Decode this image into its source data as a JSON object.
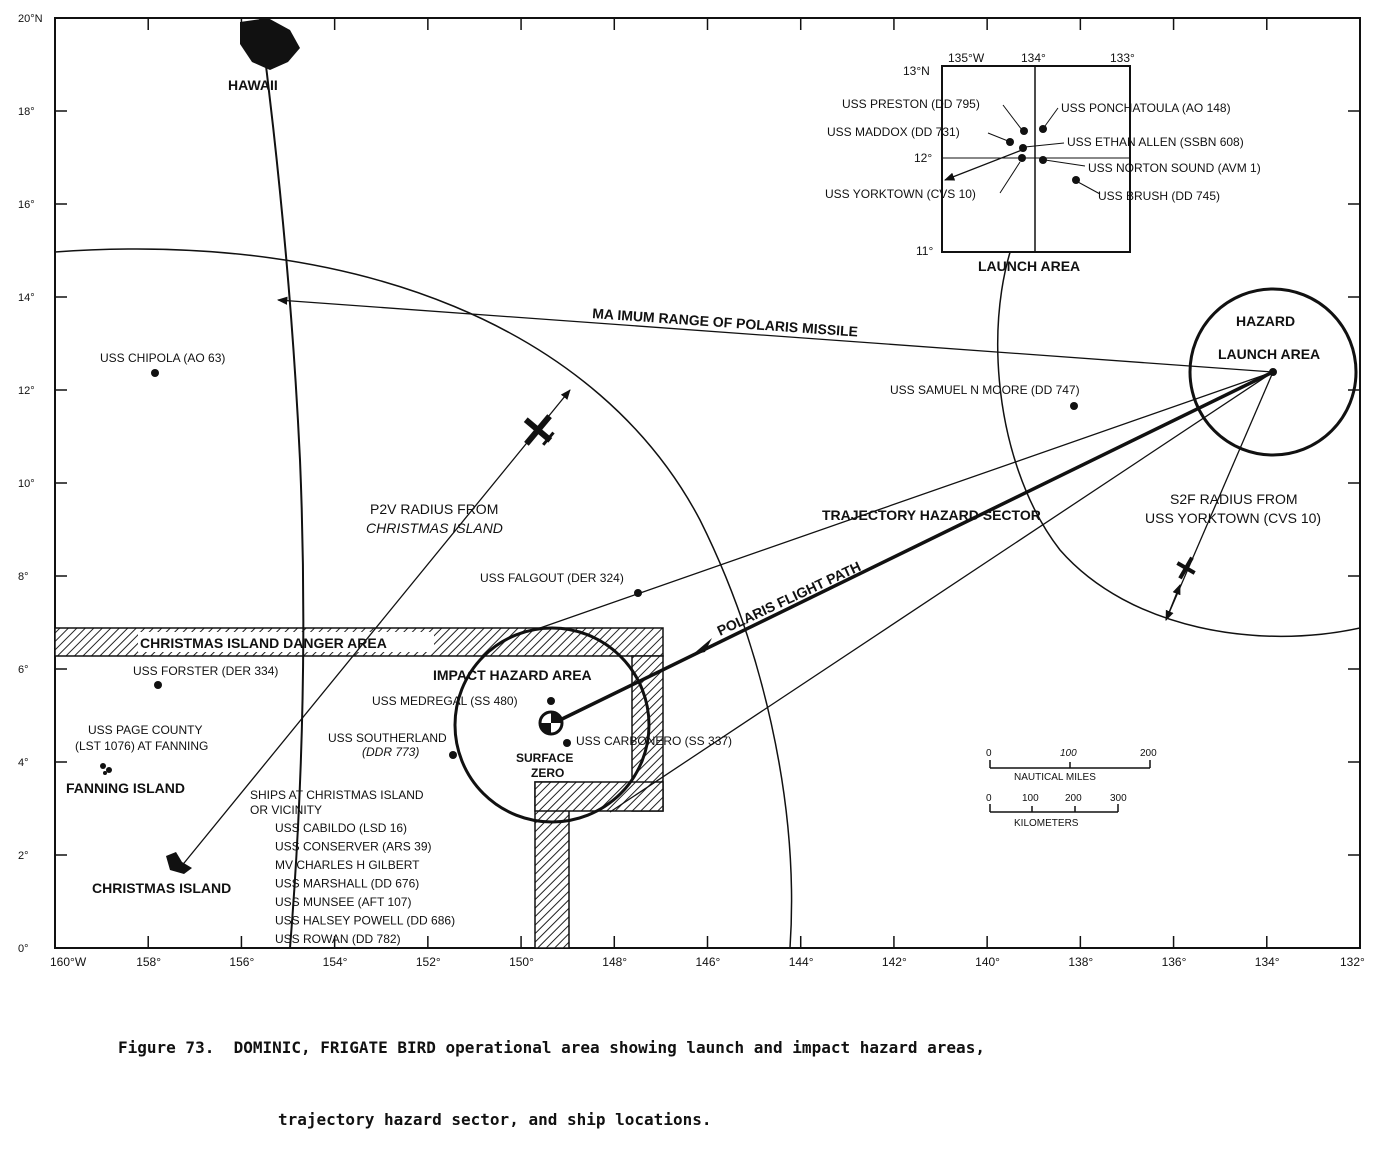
{
  "axis": {
    "lon_ticks": [
      {
        "lon": 160,
        "label": "160°W"
      },
      {
        "lon": 158,
        "label": "158°"
      },
      {
        "lon": 156,
        "label": "156°"
      },
      {
        "lon": 154,
        "label": "154°"
      },
      {
        "lon": 152,
        "label": "152°"
      },
      {
        "lon": 150,
        "label": "150°"
      },
      {
        "lon": 148,
        "label": "148°"
      },
      {
        "lon": 146,
        "label": "146°"
      },
      {
        "lon": 144,
        "label": "144°"
      },
      {
        "lon": 142,
        "label": "142°"
      },
      {
        "lon": 140,
        "label": "140°"
      },
      {
        "lon": 138,
        "label": "138°"
      },
      {
        "lon": 136,
        "label": "136°"
      },
      {
        "lon": 134,
        "label": "134°"
      },
      {
        "lon": 132,
        "label": "132°"
      }
    ],
    "lat_ticks": [
      {
        "lat": 20,
        "label": "20°N"
      },
      {
        "lat": 18,
        "label": "18°"
      },
      {
        "lat": 16,
        "label": "16°"
      },
      {
        "lat": 14,
        "label": "14°"
      },
      {
        "lat": 12,
        "label": "12°"
      },
      {
        "lat": 10,
        "label": "10°"
      },
      {
        "lat": 8,
        "label": "8°"
      },
      {
        "lat": 6,
        "label": "6°"
      },
      {
        "lat": 4,
        "label": "4°"
      },
      {
        "lat": 2,
        "label": "2°"
      },
      {
        "lat": 0,
        "label": "0°"
      }
    ]
  },
  "places": {
    "hawaii": "HAWAII",
    "fanning_island": "FANNING ISLAND",
    "christmas_island": "CHRISTMAS ISLAND"
  },
  "areas": {
    "christmas_danger": "CHRISTMAS ISLAND DANGER AREA",
    "impact_hazard": "IMPACT HAZARD AREA",
    "surface_zero_1": "SURFACE",
    "surface_zero_2": "ZERO",
    "hazard_1": "HAZARD",
    "hazard_2": "LAUNCH AREA",
    "trajectory_sector": "TRAJECTORY HAZARD SECTOR",
    "flight_path": "POLARIS FLIGHT PATH",
    "max_range": "MA  IMUM RANGE OF POLARIS MISSILE",
    "p2v_1": "P2V RADIUS FROM",
    "p2v_2": "CHRISTMAS ISLAND",
    "s2f_1": "S2F RADIUS FROM",
    "s2f_2": "USS YORKTOWN (CVS 10)"
  },
  "ships": {
    "chipola": "USS CHIPOLA (AO 63)",
    "samuel_moore": "USS SAMUEL N  MOORE (DD 747)",
    "falgout": "USS FALGOUT (DER 324)",
    "forster": "USS FORSTER (DER 334)",
    "page_county_1": "USS PAGE COUNTY",
    "page_county_2": "(LST 1076) AT FANNING",
    "southerland_1": "USS SOUTHERLAND",
    "southerland_2": "(DDR 773)",
    "medregal": "USS MEDREGAL (SS 480)",
    "carbonero": "USS CARBONERO (SS 337)"
  },
  "christmas_ships": {
    "header_1": "SHIPS AT CHRISTMAS ISLAND",
    "header_2": "OR VICINITY",
    "list": [
      "USS CABILDO  (LSD 16)",
      "USS CONSERVER  (ARS 39)",
      "MV CHARLES H  GILBERT",
      "USS MARSHALL  (DD 676)",
      "USS MUNSEE  (AFT 107)",
      "USS HALSEY POWELL  (DD 686)",
      "USS ROWAN  (DD 782)"
    ]
  },
  "inset": {
    "title": "LAUNCH AREA",
    "lon_135": "135°W",
    "lon_134": "134°",
    "lon_133": "133°",
    "lat_13": "13°N",
    "lat_12": "12°",
    "lat_11": "11°",
    "preston": "USS PRESTON (DD 795)",
    "maddox": "USS MADDOX (DD 731)",
    "yorktown": "USS YORKTOWN (CVS 10)",
    "ponchatoula": "USS PONCHATOULA (AO 148)",
    "ethan_allen": "USS ETHAN ALLEN (SSBN 608)",
    "norton_sound": "USS NORTON SOUND (AVM 1)",
    "brush": "USS BRUSH (DD 745)"
  },
  "scale": {
    "nm_0": "0",
    "nm_100": "100",
    "nm_200": "200",
    "nm_label": "NAUTICAL MILES",
    "km_0": "0",
    "km_100": "100",
    "km_200": "200",
    "km_300": "300",
    "km_label": "KILOMETERS"
  },
  "caption": {
    "line1": "Figure 73.  DOMINIC, FRIGATE BIRD operational area showing launch and impact hazard areas,",
    "line2": "trajectory hazard sector, and ship locations."
  }
}
